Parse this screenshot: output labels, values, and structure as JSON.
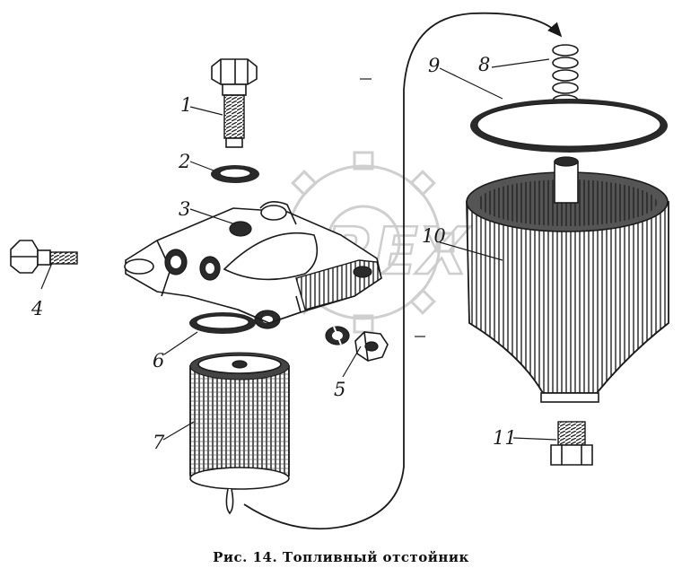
{
  "figure": {
    "caption": "Рис. 14. Топливный отстойник"
  },
  "watermark": {
    "text": "OREX"
  },
  "part_labels": {
    "l1": "1",
    "l2": "2",
    "l3": "3",
    "l4": "4",
    "l5": "5",
    "l6": "6",
    "l7": "7",
    "l8": "8",
    "l9": "9",
    "l10": "10",
    "l11": "11"
  }
}
